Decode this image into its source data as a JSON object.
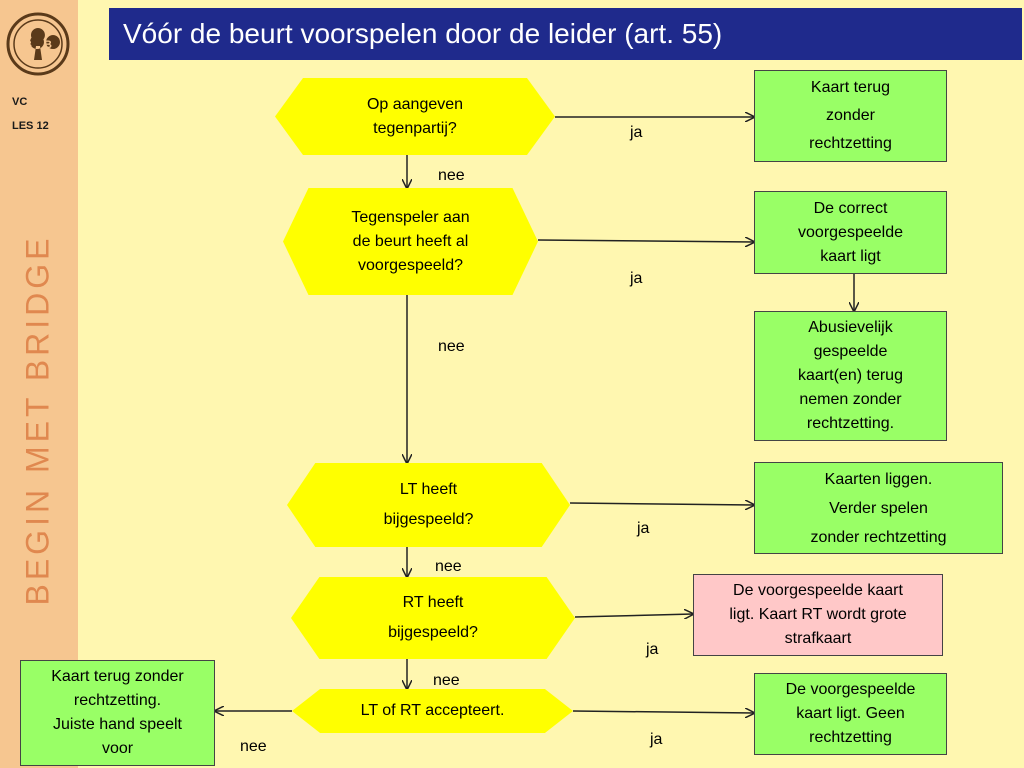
{
  "title": "Vóór de beurt voorspelen door de leider (art. 55)",
  "sidebar": {
    "logo_text": "BMB",
    "label1": "VC",
    "label2": "LES 12",
    "brand": "BEGIN MET BRIDGE"
  },
  "nodes": {
    "q1": "Op aangeven\ntegenpartij?",
    "q2": "Tegenspeler aan\nde beurt  heeft al\nvoorgespeeld?",
    "q3": "LT heeft\nbijgespeeld?",
    "q4": "RT heeft\nbijgespeeld?",
    "q5": "LT of RT  accepteert.",
    "r1": "Kaart terug\nzonder\nrechtzetting",
    "r2": "De correct\nvoorgespeelde\nkaart ligt",
    "r2b": "Abusievelijk\ngespeelde\nkaart(en) terug\nnemen zonder\nrechtzetting.",
    "r3": "Kaarten liggen.\nVerder spelen\nzonder rechtzetting",
    "r4": "De voorgespeelde kaart\nligt. Kaart RT wordt grote\nstrafkaart",
    "r5": "De  voorgespeelde\nkaart ligt. Geen\nrechtzetting",
    "r6": "Kaart terug zonder\nrechtzetting.\nJuiste hand speelt\nvoor"
  },
  "labels": {
    "ja1": "ja",
    "ja2": "ja",
    "ja3": "ja",
    "ja4": "ja",
    "ja5": "ja",
    "nee1": "nee",
    "nee2": "nee",
    "nee3": "nee",
    "nee4": "nee",
    "nee5": "nee"
  },
  "colors": {
    "title_bg": "#1f2a8c",
    "yes_box": "#99ff66",
    "penalty_box": "#ffc8c8",
    "question": "#ffff00"
  }
}
